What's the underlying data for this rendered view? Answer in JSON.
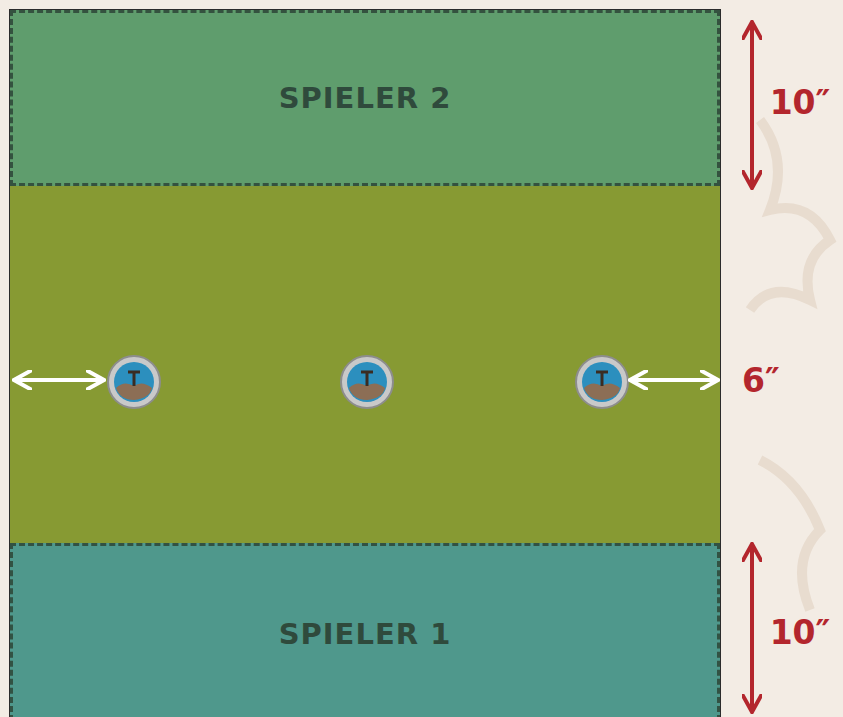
{
  "diagram": {
    "nodes": [
      {
        "text": [
          "SPIELER 2"
        ]
      },
      {
        "text": [
          "SPIELER 1"
        ]
      }
    ],
    "labels": [
      "10″",
      "6″",
      "10″"
    ]
  }
}
